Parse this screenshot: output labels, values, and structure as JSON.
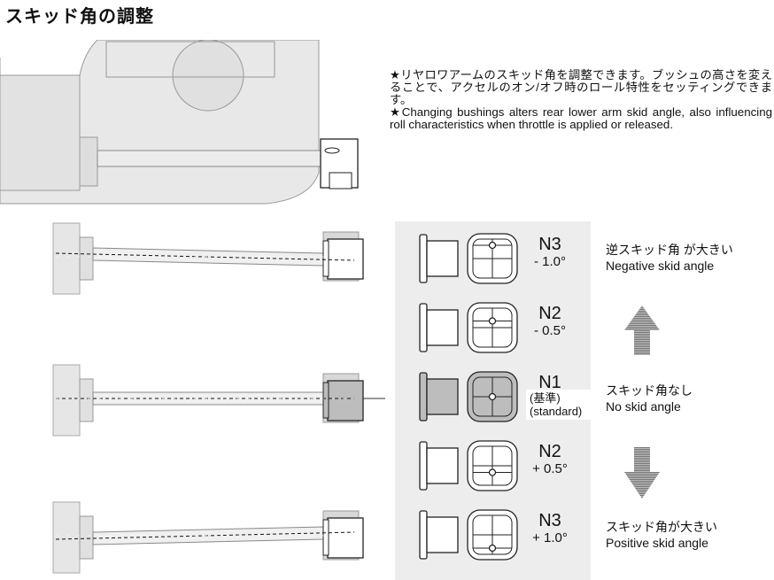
{
  "title": "スキッド角の調整",
  "description": {
    "jp": "★リヤロワアームのスキッド角を調整できます。ブッシュの高さを変えることで、アクセルのオン/オフ時のロール特性をセッティングできます。",
    "en": "★Changing bushings alters rear lower arm skid angle, also influencing roll characteristics when throttle is applied or released."
  },
  "bushings": [
    {
      "code": "N3",
      "angle": "- 1.0°",
      "offset": -1.0,
      "standard": false
    },
    {
      "code": "N2",
      "angle": "- 0.5°",
      "offset": -0.5,
      "standard": false
    },
    {
      "code": "N1",
      "angle": "",
      "offset": 0,
      "standard": true
    },
    {
      "code": "N2",
      "angle": "+ 0.5°",
      "offset": 0.5,
      "standard": false
    },
    {
      "code": "N3",
      "angle": "+ 1.0°",
      "offset": 1.0,
      "standard": false
    }
  ],
  "standard_label": {
    "jp": "(基準)",
    "en": "(standard)"
  },
  "labels": {
    "negative": {
      "jp": "逆スキッド角 が大きい",
      "en": "Negative skid angle"
    },
    "none": {
      "jp": "スキッド角なし",
      "en": "No skid angle"
    },
    "positive": {
      "jp": "スキッド角が大きい",
      "en": "Positive skid angle"
    }
  },
  "colors": {
    "panel": "#ededed",
    "standard_fill": "#bdbdbd",
    "chassis": "#e6e6e6"
  }
}
